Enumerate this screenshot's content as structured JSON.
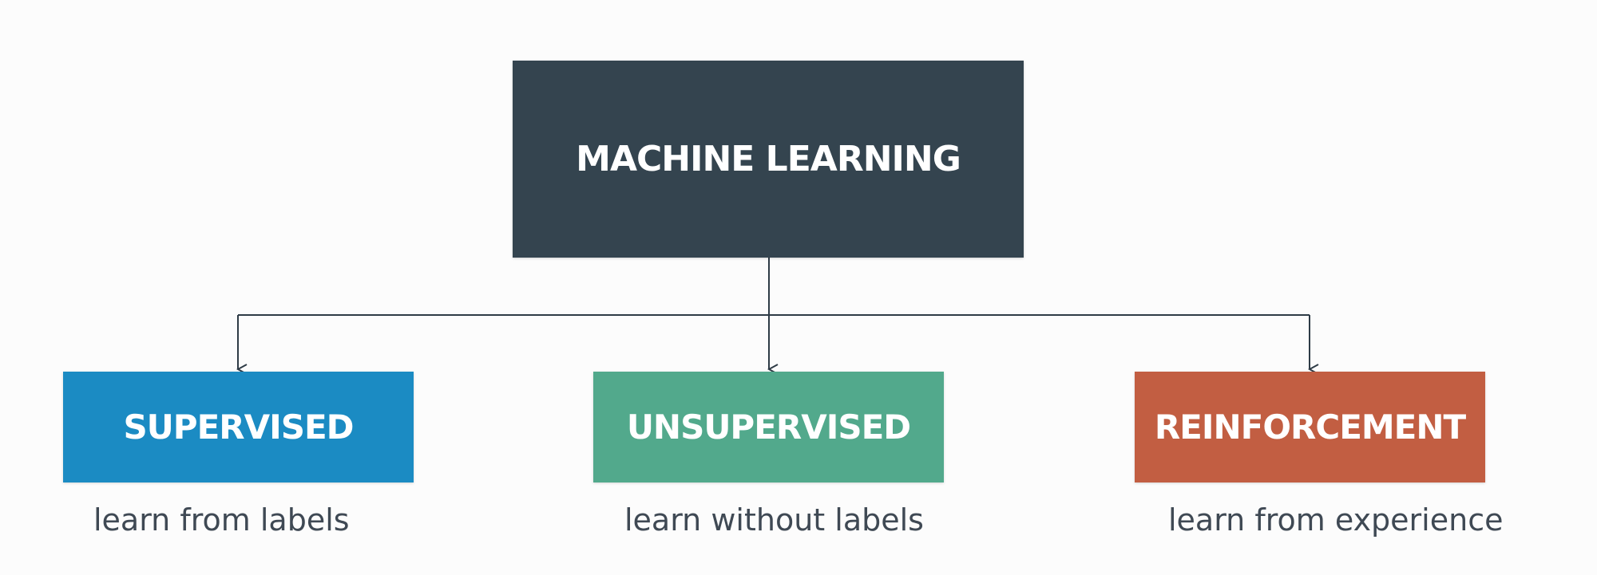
{
  "diagram": {
    "root": {
      "label": "MACHINE LEARNING",
      "color": "#34444f"
    },
    "children": [
      {
        "label": "SUPERVISED",
        "caption": "learn from labels",
        "color": "#1b8bc3"
      },
      {
        "label": "UNSUPERVISED",
        "caption": "learn without labels",
        "color": "#52a98c"
      },
      {
        "label": "REINFORCEMENT",
        "caption": "learn from experience",
        "color": "#c25e42"
      }
    ],
    "connector_color": "#2e3b46"
  }
}
